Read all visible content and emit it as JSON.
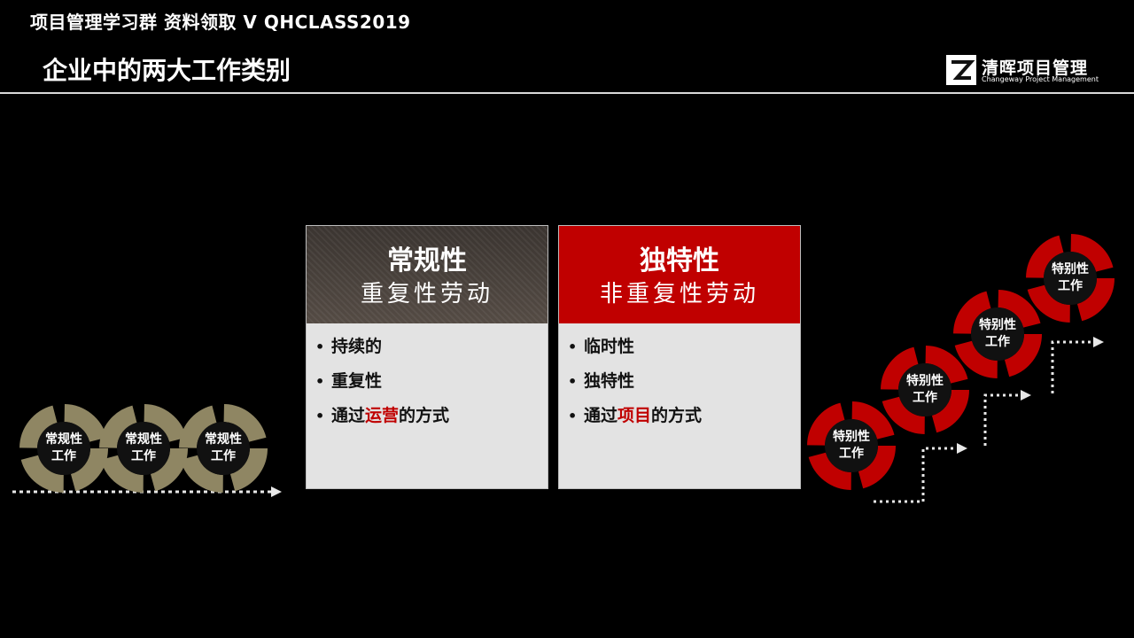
{
  "watermark": "项目管理学习群 资料领取  V QHCLASS2019",
  "slide_title": "企业中的两大工作类别",
  "logo": {
    "cn": "清晖项目管理",
    "en": "Changeway Project Management"
  },
  "left_panel": {
    "title": "常规性",
    "subtitle": "重复性劳动",
    "items": [
      {
        "pre": "持续的",
        "hl": "",
        "post": ""
      },
      {
        "pre": "重复性",
        "hl": "",
        "post": ""
      },
      {
        "pre": "通过",
        "hl": "运营",
        "post": "的方式"
      }
    ]
  },
  "right_panel": {
    "title": "独特性",
    "subtitle": "非重复性劳动",
    "items": [
      {
        "pre": "临时性",
        "hl": "",
        "post": ""
      },
      {
        "pre": "独特性",
        "hl": "",
        "post": ""
      },
      {
        "pre": "通过",
        "hl": "项目",
        "post": "的方式"
      }
    ]
  },
  "routine_cycles": [
    "常规性\n工作",
    "常规性\n工作",
    "常规性\n工作"
  ],
  "special_cycles": [
    "特别性\n工作",
    "特别性\n工作",
    "特别性\n工作",
    "特别性\n工作"
  ],
  "colors": {
    "accent_red": "#c00000",
    "routine_olive": "#8f8663",
    "panel_bg": "#e3e3e3",
    "divider": "#d9d9d9"
  }
}
